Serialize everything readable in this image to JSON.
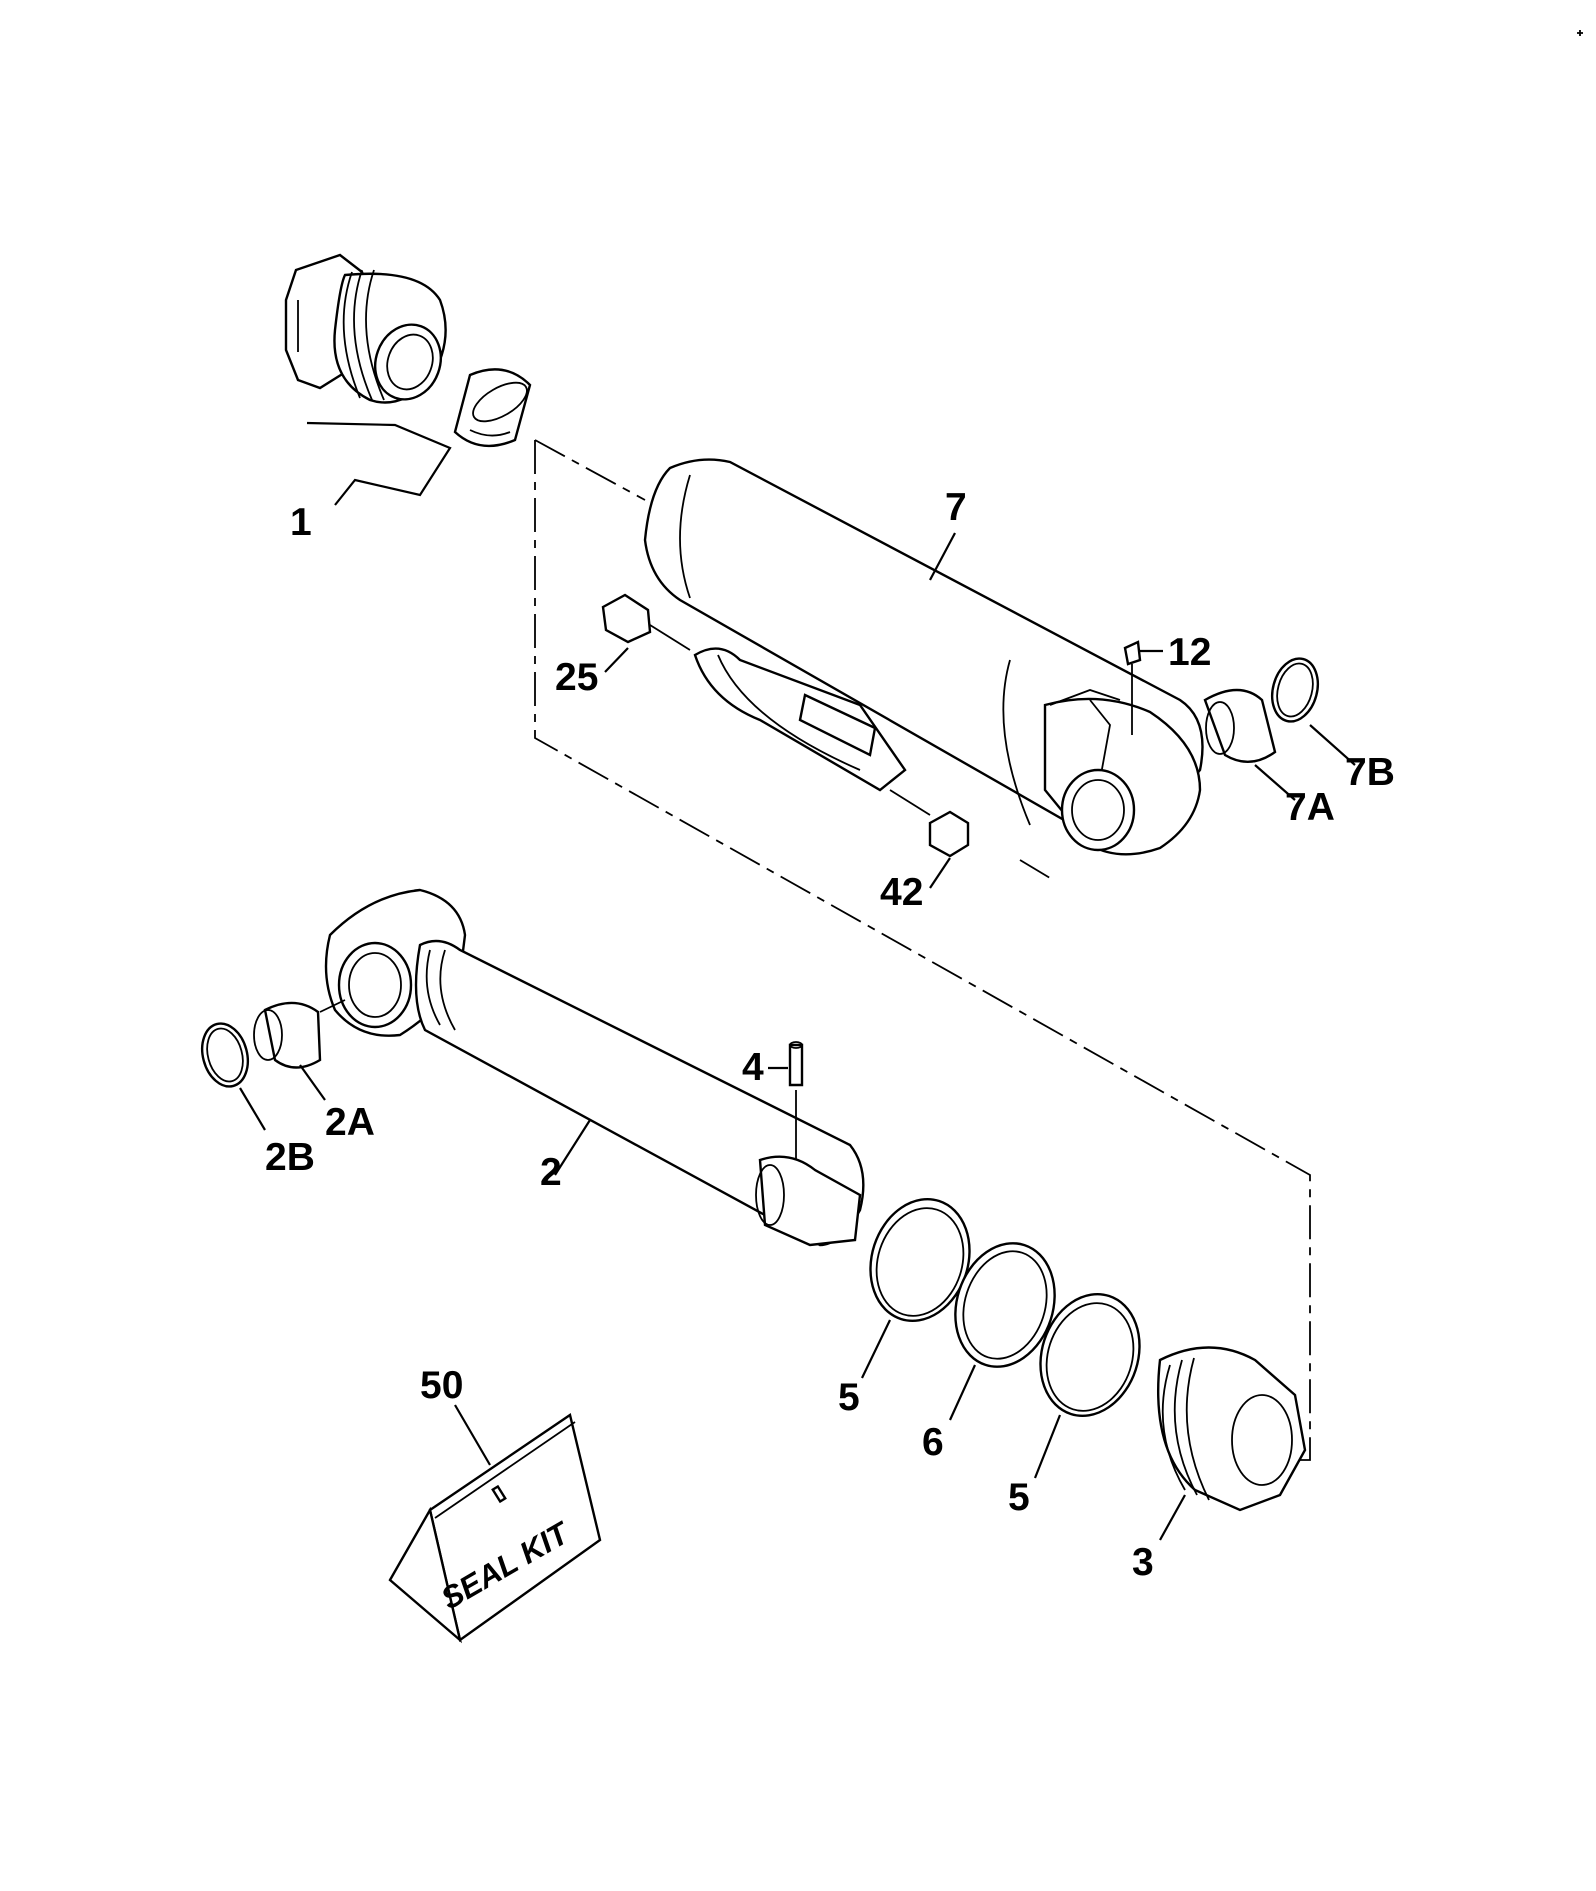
{
  "diagram": {
    "callouts": [
      {
        "id": "1",
        "text": "1"
      },
      {
        "id": "7",
        "text": "7"
      },
      {
        "id": "12",
        "text": "12"
      },
      {
        "id": "25",
        "text": "25"
      },
      {
        "id": "7a",
        "text": "7A"
      },
      {
        "id": "7b",
        "text": "7B"
      },
      {
        "id": "42",
        "text": "42"
      },
      {
        "id": "4",
        "text": "4"
      },
      {
        "id": "2a",
        "text": "2A"
      },
      {
        "id": "2b",
        "text": "2B"
      },
      {
        "id": "2",
        "text": "2"
      },
      {
        "id": "5a",
        "text": "5"
      },
      {
        "id": "6",
        "text": "6"
      },
      {
        "id": "5b",
        "text": "5"
      },
      {
        "id": "3",
        "text": "3"
      },
      {
        "id": "50",
        "text": "50"
      }
    ],
    "seal_kit_label": "SEAL KIT"
  }
}
